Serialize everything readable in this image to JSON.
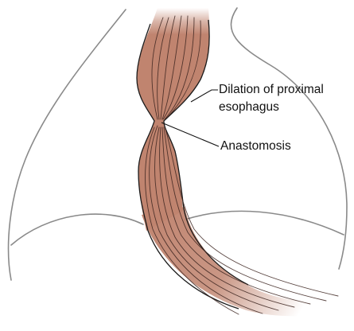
{
  "diagram": {
    "labels": {
      "dilation_line1": "Dilation of proximal",
      "dilation_line2": "esophagus",
      "anastomosis": "Anastomosis"
    },
    "colors": {
      "esophagus_fill": "#c0846f",
      "esophagus_outline": "#1a1a1a",
      "muscle_fiber": "#3d2520",
      "thorax_outline": "#8a8a8a",
      "leader_line": "#111111"
    }
  }
}
